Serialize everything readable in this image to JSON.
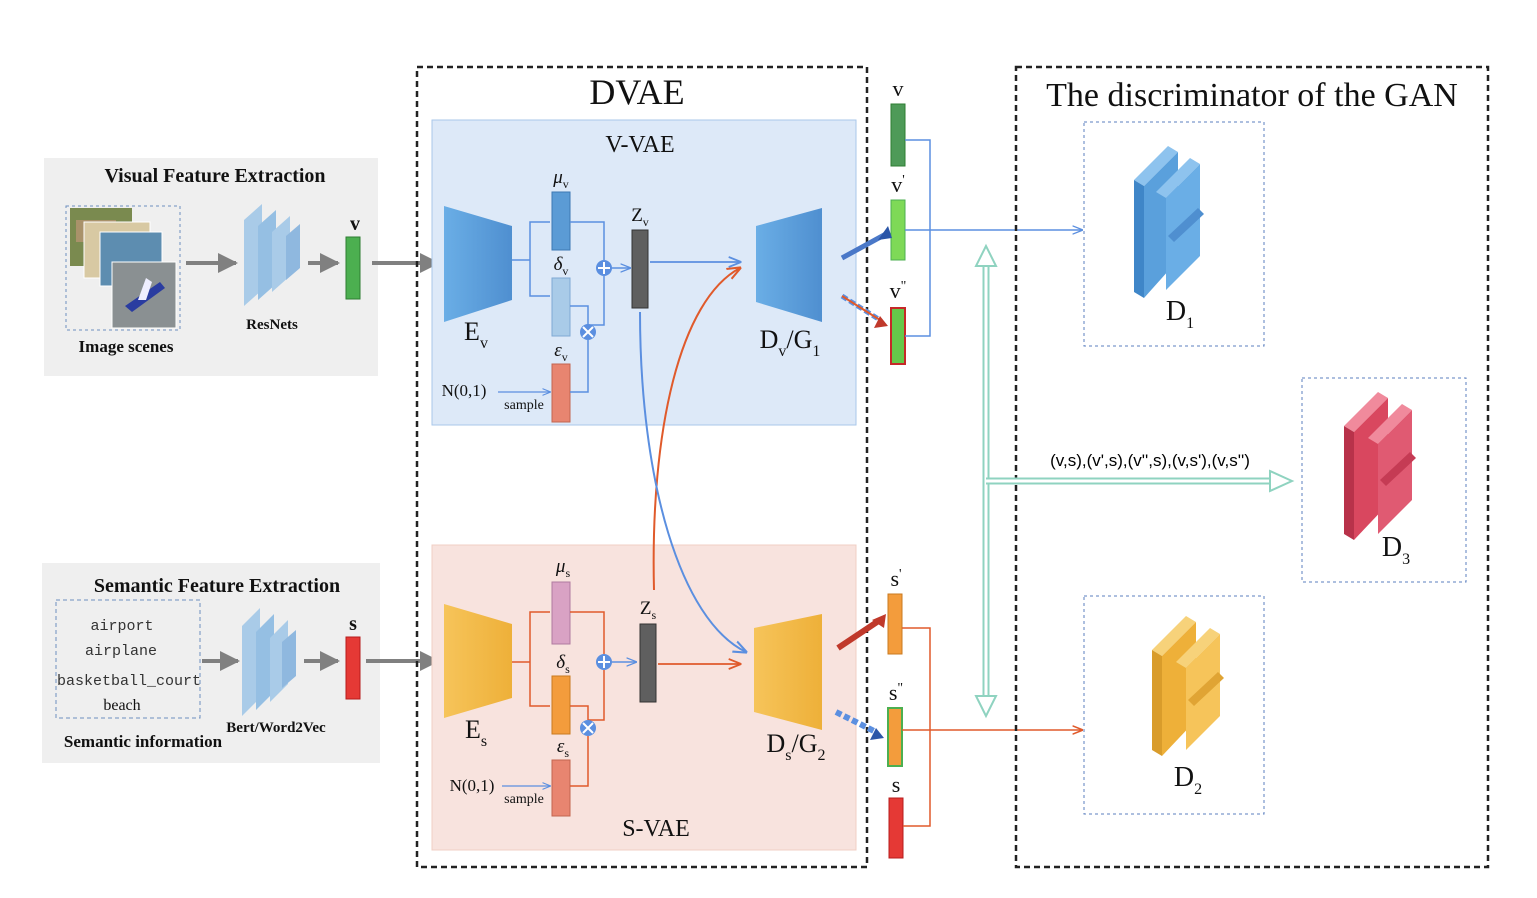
{
  "dvae": {
    "title": "DVAE",
    "vvae_label": "V-VAE",
    "svae_label": "S-VAE"
  },
  "visual_extraction": {
    "title": "Visual  Feature Extraction",
    "image_caption": "Image scenes",
    "backbone_label": "ResNets",
    "feature_label": "v"
  },
  "semantic_extraction": {
    "title": "Semantic Feature Extraction",
    "words": [
      "airport",
      "airplane",
      "basketball_court",
      "beach"
    ],
    "info_caption": "Semantic information",
    "backbone_label": "Bert/Word2Vec",
    "feature_label": "s"
  },
  "vvae": {
    "encoder": "E",
    "encoder_sub": "v",
    "mu": "μ",
    "mu_sub": "v",
    "delta": "δ",
    "delta_sub": "v",
    "eps": "ε",
    "eps_sub": "v",
    "z": "Z",
    "z_sub": "v",
    "noise": "N(0,1)",
    "sample": "sample",
    "decoder": "D",
    "decoder_sub": "v",
    "decoder_sep": "/G",
    "decoder_sub2": "1"
  },
  "svae": {
    "encoder": "E",
    "encoder_sub": "s",
    "mu": "μ",
    "mu_sub": "s",
    "delta": "δ",
    "delta_sub": "s",
    "eps": "ε",
    "eps_sub": "s",
    "z": "Z",
    "z_sub": "s",
    "noise": "N(0,1)",
    "sample": "sample",
    "decoder": "D",
    "decoder_sub": "s",
    "decoder_sep": "/G",
    "decoder_sub2": "2"
  },
  "outputs": {
    "v": "v",
    "v_prime": "v",
    "v_prime_mark": "'",
    "v_dprime": "v",
    "v_dprime_mark": "\"",
    "s_prime": "s",
    "s_prime_mark": "'",
    "s_dprime": "s",
    "s_dprime_mark": "\"",
    "s": "s"
  },
  "gan": {
    "title": "The discriminator of  the GAN",
    "pairs_label": "(v,s),(v',s),(v'',s),(v,s'),(v,s'')",
    "d1": "D",
    "d1_sub": "1",
    "d2": "D",
    "d2_sub": "2",
    "d3": "D",
    "d3_sub": "3"
  },
  "colors": {
    "visual_blue": "#5b9bd5",
    "semantic_orange": "#f4b942",
    "red_arrow": "#e05a2b",
    "blue_arrow": "#5b8fe0",
    "teal_arrow": "#8fd3c0",
    "green_vec": "#4caf50",
    "red_vec": "#e53935",
    "d3_red": "#d9475f"
  }
}
